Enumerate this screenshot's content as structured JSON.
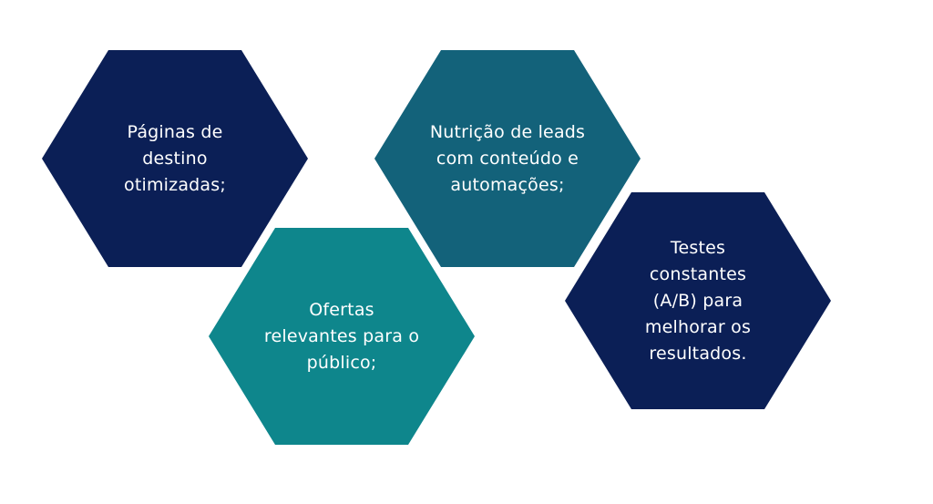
{
  "colors": {
    "background": "#ffffff",
    "navy": "#0b1f56",
    "steel_teal": "#13627a",
    "teal": "#0e868c",
    "text": "#ffffff"
  },
  "hexagons": [
    {
      "text": "Páginas de\ndestino\notimizadas;",
      "color": "#0b1f56"
    },
    {
      "text": "Nutrição de leads\ncom conteúdo e\nautomações;",
      "color": "#13627a"
    },
    {
      "text": "Ofertas\nrelevantes para o\npúblico;",
      "color": "#0e868c"
    },
    {
      "text": "Testes\nconstantes\n(A/B) para\nmelhorar os\nresultados.",
      "color": "#0b1f56"
    }
  ]
}
